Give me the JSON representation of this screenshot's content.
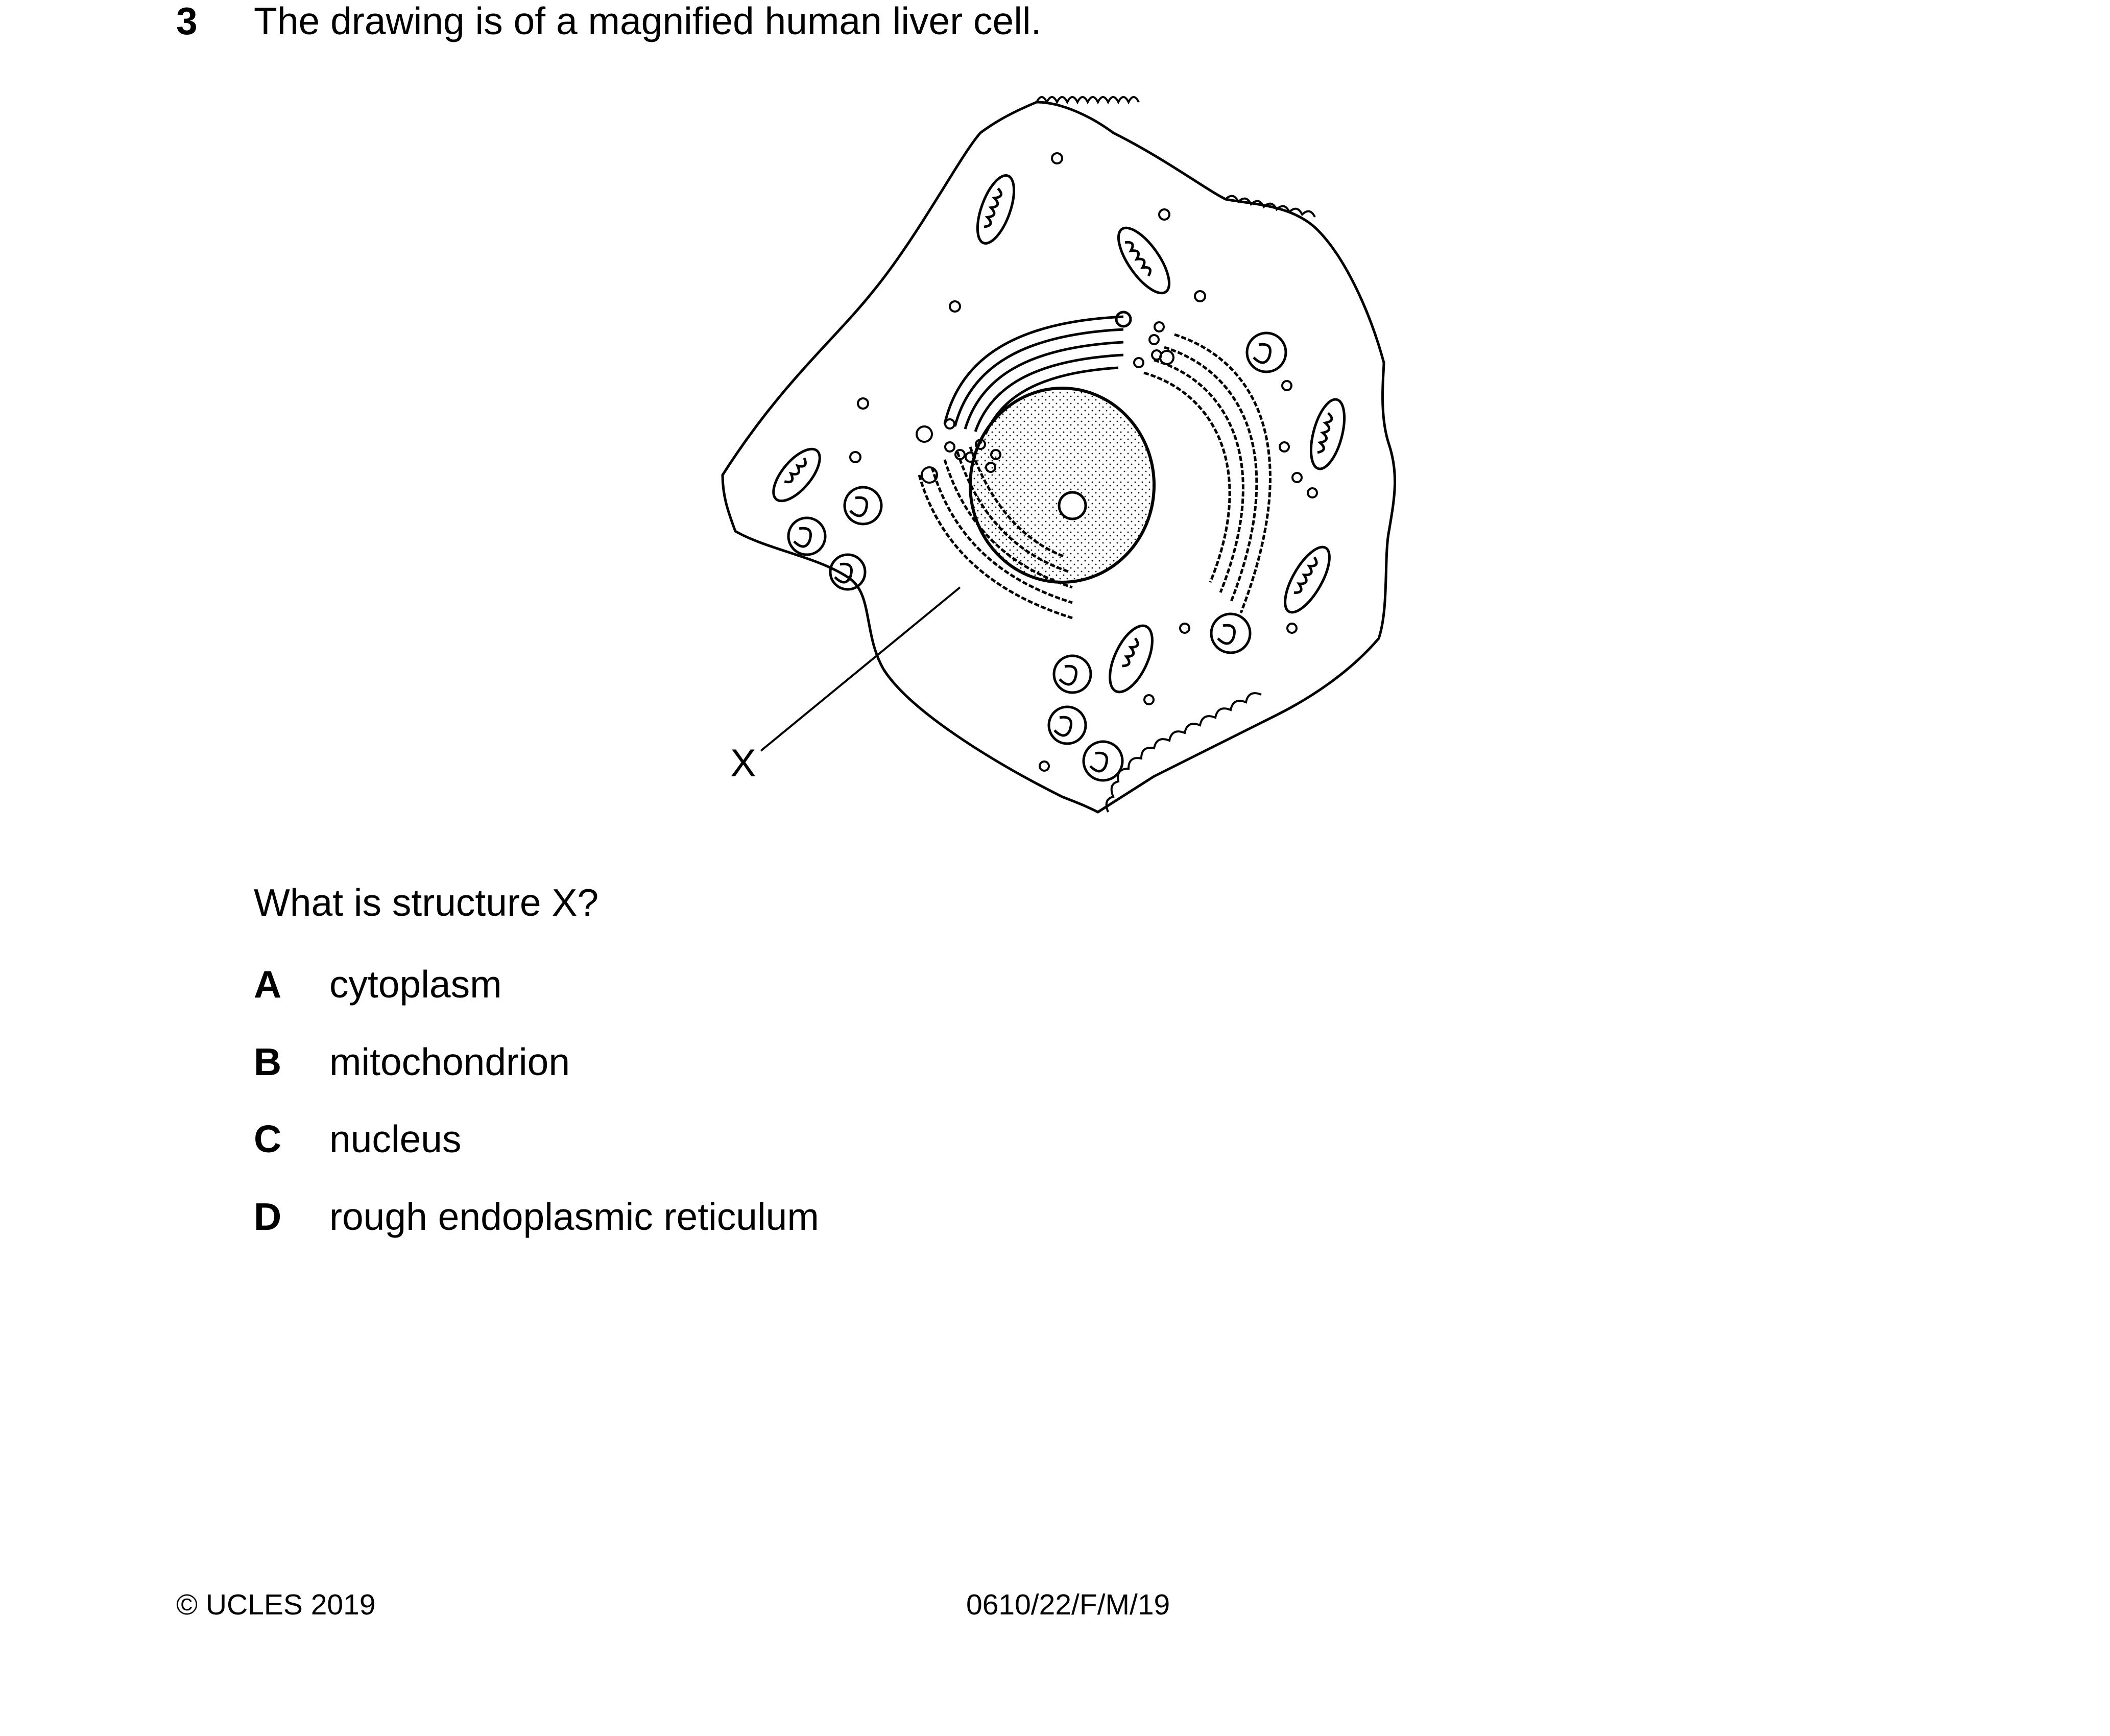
{
  "question": {
    "number": "3",
    "stem": "The drawing is of a magnified human liver cell.",
    "prompt": "What is structure X?"
  },
  "diagram": {
    "label": "X"
  },
  "options": [
    {
      "letter": "A",
      "text": "cytoplasm"
    },
    {
      "letter": "B",
      "text": "mitochondrion"
    },
    {
      "letter": "C",
      "text": "nucleus"
    },
    {
      "letter": "D",
      "text": "rough endoplasmic reticulum"
    }
  ],
  "footer": {
    "copyright": "© UCLES 2019",
    "code": "0610/22/F/M/19"
  }
}
